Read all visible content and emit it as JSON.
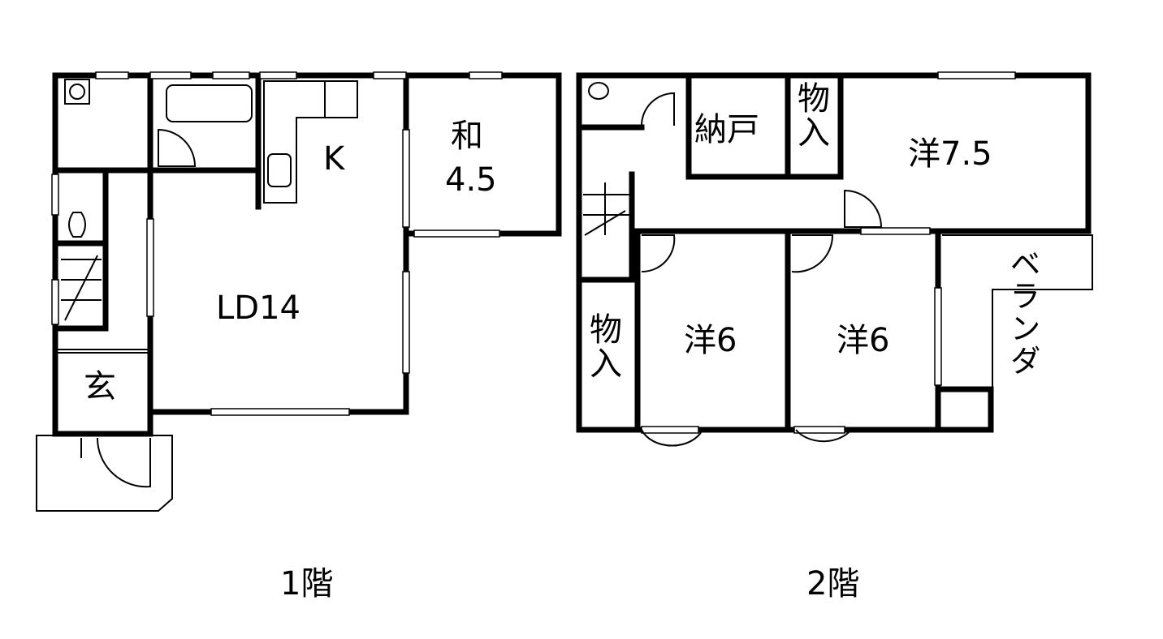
{
  "floor1": {
    "title": "1階",
    "rooms": {
      "kitchen": "K",
      "washitsu": "和",
      "washitsu_size": "4.5",
      "living_dining": "LD14",
      "entrance": "玄"
    }
  },
  "floor2": {
    "title": "2階",
    "rooms": {
      "storeroom": "納戸",
      "closet_top": "物入",
      "western_large": "洋7.5",
      "closet_left": "物入",
      "western_a": "洋6",
      "western_b": "洋6",
      "veranda": "ベランダ"
    }
  }
}
